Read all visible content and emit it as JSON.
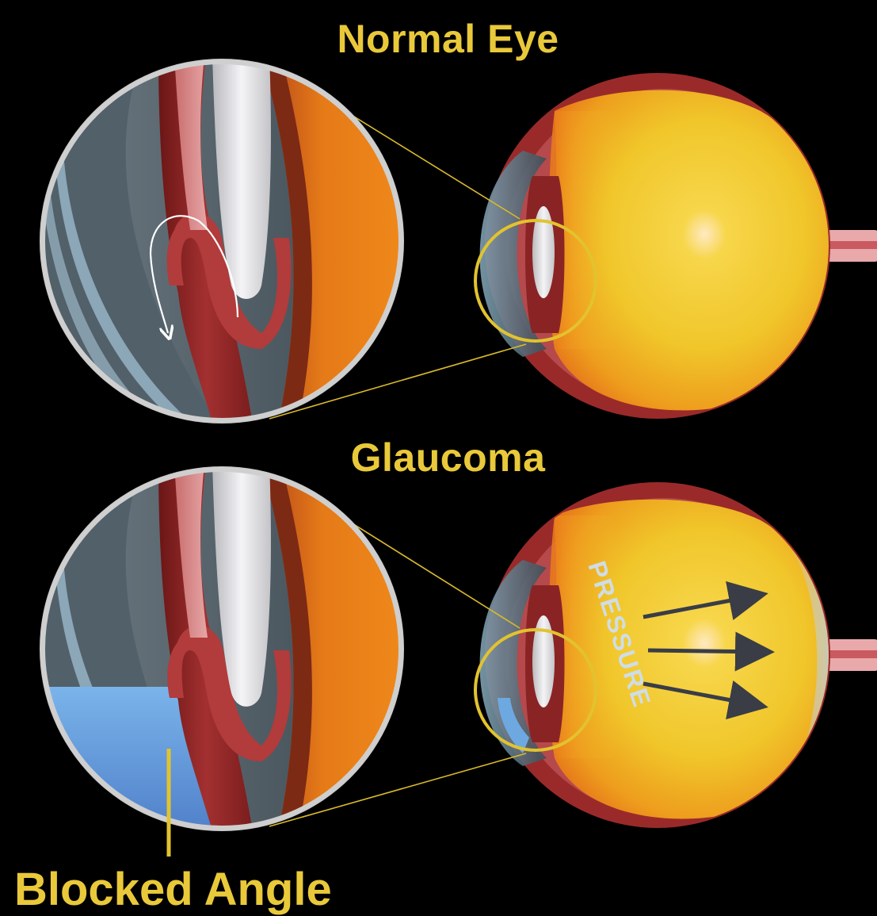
{
  "titles": {
    "normal": "Normal Eye",
    "glaucoma": "Glaucoma"
  },
  "labels": {
    "blocked_angle": "Blocked Angle",
    "pressure": "PRESSURE"
  },
  "colors": {
    "background": "#000000",
    "title_yellow": "#e9c93a",
    "callout_circle": "#e2c32f",
    "vitreous_yellow": "#f2cf2a",
    "vitreous_orange": "#ef8a18",
    "sclera_red": "#9a2a2a",
    "cornea_gray": "#5c6a72",
    "lens_white": "#e8e8ea",
    "fluid_blue": "#6ea8e0",
    "arrow_gray": "#3a3d46"
  },
  "icons": {
    "flow_arrow": "curved-flow-arrow-icon",
    "pressure_arrows": "pressure-arrow-icon"
  }
}
